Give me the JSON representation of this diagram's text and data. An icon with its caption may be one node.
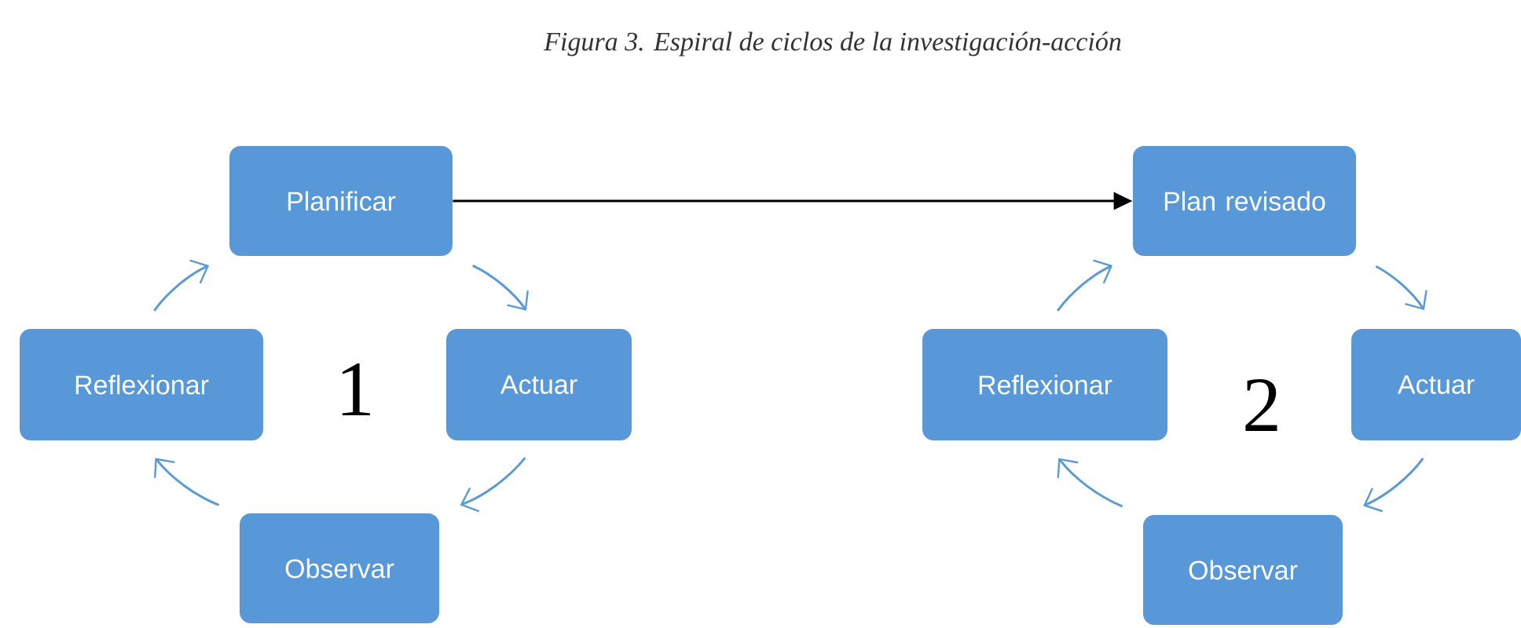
{
  "diagram": {
    "title": "Figura 3. Espiral de ciclos de la investigación-acción",
    "nodes": [
      {
        "text": [
          "Planificar"
        ]
      },
      {
        "text": [
          "Actuar"
        ]
      },
      {
        "text": [
          "Observar"
        ]
      },
      {
        "text": [
          "Reflexionar"
        ]
      },
      {
        "text": [
          "Plan revisado"
        ]
      },
      {
        "text": [
          "Actuar"
        ]
      },
      {
        "text": [
          "Observar"
        ]
      },
      {
        "text": [
          "Reflexionar"
        ]
      }
    ],
    "edges": [
      {
        "from": 0,
        "to": 1,
        "arrow": "to"
      },
      {
        "from": 1,
        "to": 2,
        "arrow": "to"
      },
      {
        "from": 2,
        "to": 3,
        "arrow": "to"
      },
      {
        "from": 3,
        "to": 0,
        "arrow": "to"
      },
      {
        "from": 4,
        "to": 5,
        "arrow": "to"
      },
      {
        "from": 5,
        "to": 6,
        "arrow": "to"
      },
      {
        "from": 6,
        "to": 7,
        "arrow": "to"
      },
      {
        "from": 7,
        "to": 4,
        "arrow": "to"
      },
      {
        "from": 0,
        "to": 4,
        "arrow": "to",
        "color": "#000000"
      }
    ],
    "labels": [
      "1",
      "2"
    ]
  }
}
